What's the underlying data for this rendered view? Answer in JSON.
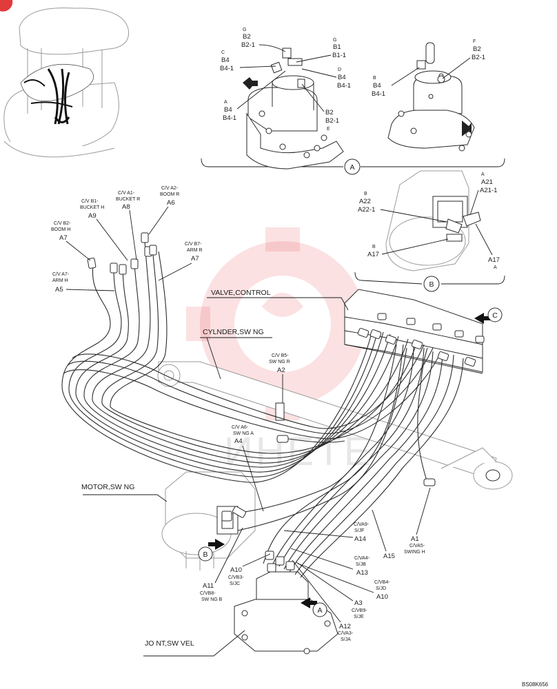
{
  "drawing_code": "BS08K656",
  "watermark_text": "ИНЕТЕ",
  "view_marks": [
    "A",
    "B",
    "C"
  ],
  "components": {
    "valve_control": "VALVE,CONTROL",
    "cylinder_swing": "CYLNDER,SW NG",
    "motor_swing": "MOTOR,SW NG",
    "joint_swivel": "JO NT,SW VEL"
  },
  "callouts": {
    "a9": [
      "C/V B1-",
      "BUCKET H",
      "A9"
    ],
    "a8": [
      "C/V A1-",
      "BUCKET R",
      "A8"
    ],
    "a6": [
      "C/V A2-",
      "BOOM R",
      "A6"
    ],
    "a7_left": [
      "C/V B2-",
      "BOOM H",
      "A7"
    ],
    "a7_right": [
      "C/V B7-",
      "ARM R",
      "A7"
    ],
    "a5": [
      "C/V A7-",
      "ARM H",
      "A5"
    ],
    "a2": [
      "C/V B5-",
      "SW NG R",
      "A2"
    ],
    "a4": [
      "C/V A6-",
      "SW NG A",
      "A4"
    ],
    "a14": [
      "C/VA9-",
      "S/JF",
      "A14"
    ],
    "a15": [
      "A15"
    ],
    "a1": [
      "A1",
      "C/VA5-",
      "SWING H"
    ],
    "a13": [
      "C/VA4-",
      "S/JB",
      "A13"
    ],
    "a10_right": [
      "C/VB4-",
      "S/JD",
      "A10"
    ],
    "a3": [
      "A3",
      "C/VB9-",
      "S/JE"
    ],
    "a12": [
      "A12",
      "C/VA3-",
      "S/JA"
    ],
    "a10_left": [
      "A10",
      "C/VB3-",
      "S/JC"
    ],
    "a11": [
      "A11",
      "C/VB8-",
      "SW NG B"
    ]
  },
  "view_a": {
    "left": {
      "g": [
        "G",
        "B2",
        "B2-1"
      ],
      "g2": [
        "G",
        "B1",
        "B1-1"
      ],
      "c": [
        "C",
        "B4",
        "B4-1"
      ],
      "d": [
        "D",
        "B4",
        "B4-1"
      ],
      "a": [
        "A",
        "B4",
        "B4-1"
      ],
      "e": [
        "B2",
        "B2-1",
        "E"
      ]
    },
    "right": {
      "f": [
        "F",
        "B2",
        "B2-1"
      ],
      "b": [
        "B",
        "B4",
        "B4-1"
      ]
    }
  },
  "view_b": {
    "b_top": [
      "B",
      "A22",
      "A22-1"
    ],
    "a_top": [
      "A",
      "A21",
      "A21-1"
    ],
    "b_bottom": [
      "B",
      "A17"
    ],
    "a_bottom": [
      "A17",
      "A"
    ]
  }
}
